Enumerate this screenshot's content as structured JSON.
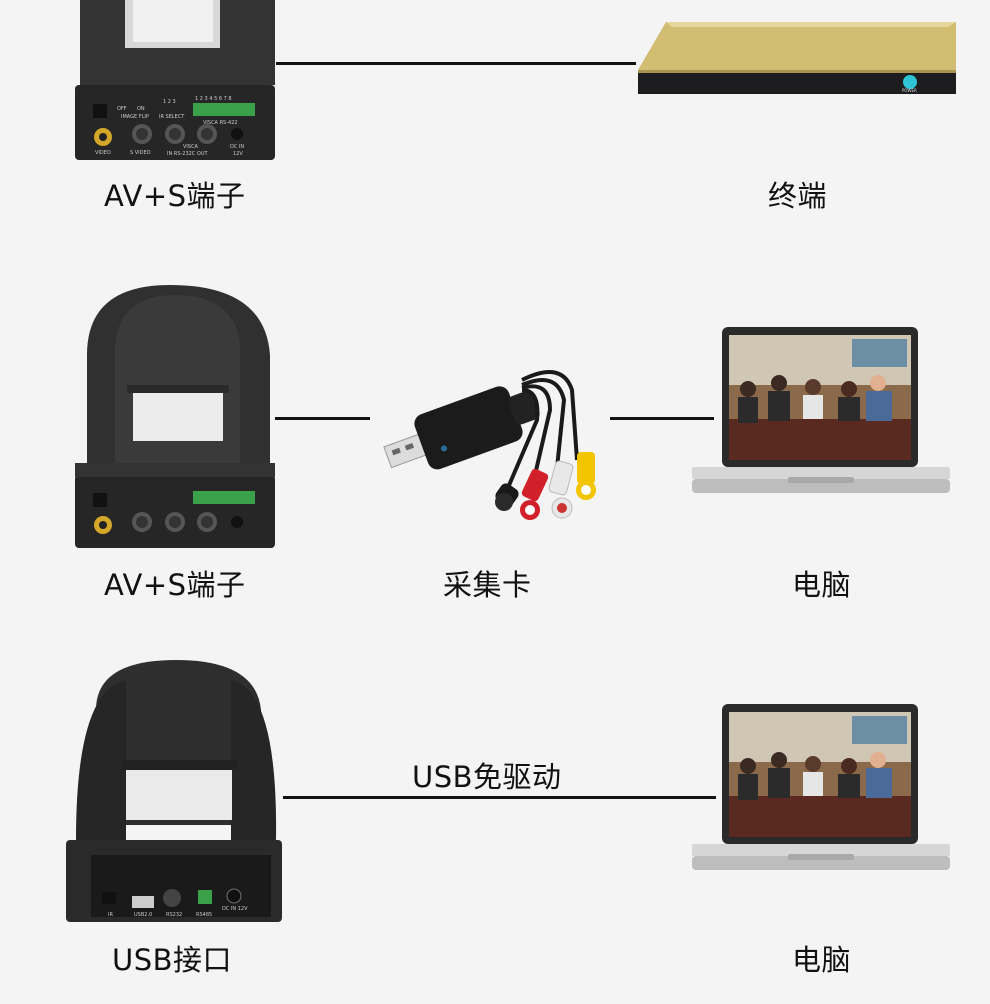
{
  "rows": [
    {
      "camera_label": "AV+S端子",
      "target_label": "终端",
      "camera_panel": {
        "switch_off": "OFF",
        "switch_on": "ON",
        "switch_name": "IMAGE FLIP",
        "ir_numbers": "1 2 3",
        "ir_name": "IR SELECT",
        "dip_numbers": "1 2 3 4 5 6 7 8",
        "rs422": "VISCA RS-422",
        "video": "VIDEO",
        "svideo": "S VIDEO",
        "visca": "VISCA",
        "rs232": "IN   RS-232C  OUT",
        "dc_in": "DC IN",
        "dc_v": "12V"
      },
      "terminal_badge": "POWER"
    },
    {
      "camera_label": "AV+S端子",
      "middle_label": "采集卡",
      "target_label": "电脑"
    },
    {
      "camera_label": "USB接口",
      "link_label": "USB免驱动",
      "target_label": "电脑",
      "usb_panel": {
        "ir": "IR",
        "usb": "USB2.0",
        "rs232": "RS232",
        "rs485": "RS485",
        "dc": "DC IN 12V"
      }
    }
  ],
  "colors": {
    "background": "#f4f4f4",
    "camera_body": "#2e2e2e",
    "terminal_gold": "#c9b46a",
    "connector_yellow": "#f2c500",
    "connector_red": "#d1202a",
    "connector_white": "#e8e8e8",
    "dip_green": "#3aa14a"
  }
}
